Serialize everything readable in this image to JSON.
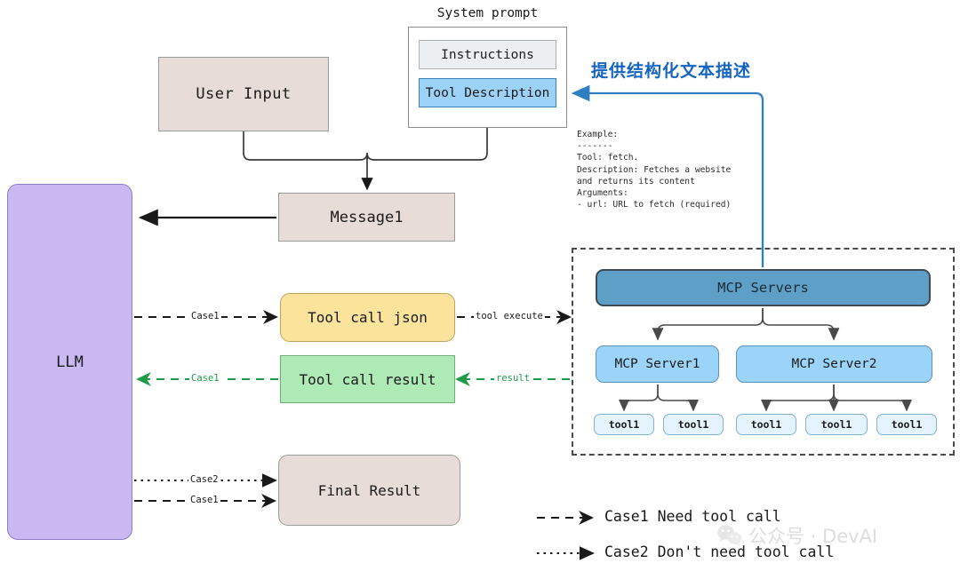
{
  "diagram": {
    "title_label": "System prompt",
    "nodes": {
      "user_input": "User Input",
      "instructions": "Instructions",
      "tool_description": "Tool Description",
      "message1": "Message1",
      "llm": "LLM",
      "tool_call_json": "Tool call json",
      "tool_call_result": "Tool call result",
      "final_result": "Final Result",
      "mcp_servers": "MCP Servers",
      "mcp_server1": "MCP Server1",
      "mcp_server2": "MCP Server2",
      "tool_a": "tool1",
      "tool_b": "tool1",
      "tool_c": "tool1",
      "tool_d": "tool1",
      "tool_e": "tool1"
    },
    "annotation_cn": "提供结构化文本描述",
    "example_block": "Example:\n-------\nTool: fetch.\nDescription: Fetches a website\nand returns its content\nArguments:\n- url: URL to fetch (required)",
    "edge_labels": {
      "case1_to_toolcall": "Case1",
      "case1_from_result": "Case1",
      "tool_execute": "tool execute",
      "result": "result",
      "case2_final": "Case2",
      "case1_final": "Case1"
    },
    "legend": [
      {
        "style": "dashed",
        "label": "Case1 Need tool call"
      },
      {
        "style": "dotted",
        "label": "Case2 Don't need tool call"
      }
    ],
    "watermark": "公众号 · DevAI",
    "colors": {
      "beige": "#E8DCD8",
      "purple": "#C9B8F2",
      "yellow": "#FCE39B",
      "green": "#AEEAB6",
      "blue_light": "#9BD4F8",
      "blue_mid": "#5E9FC8",
      "blue_tool": "#E4F3FD",
      "accent_blue": "#1565C0",
      "green_arrow": "#1f9c4a",
      "dark_line": "#3a3a3a"
    }
  }
}
